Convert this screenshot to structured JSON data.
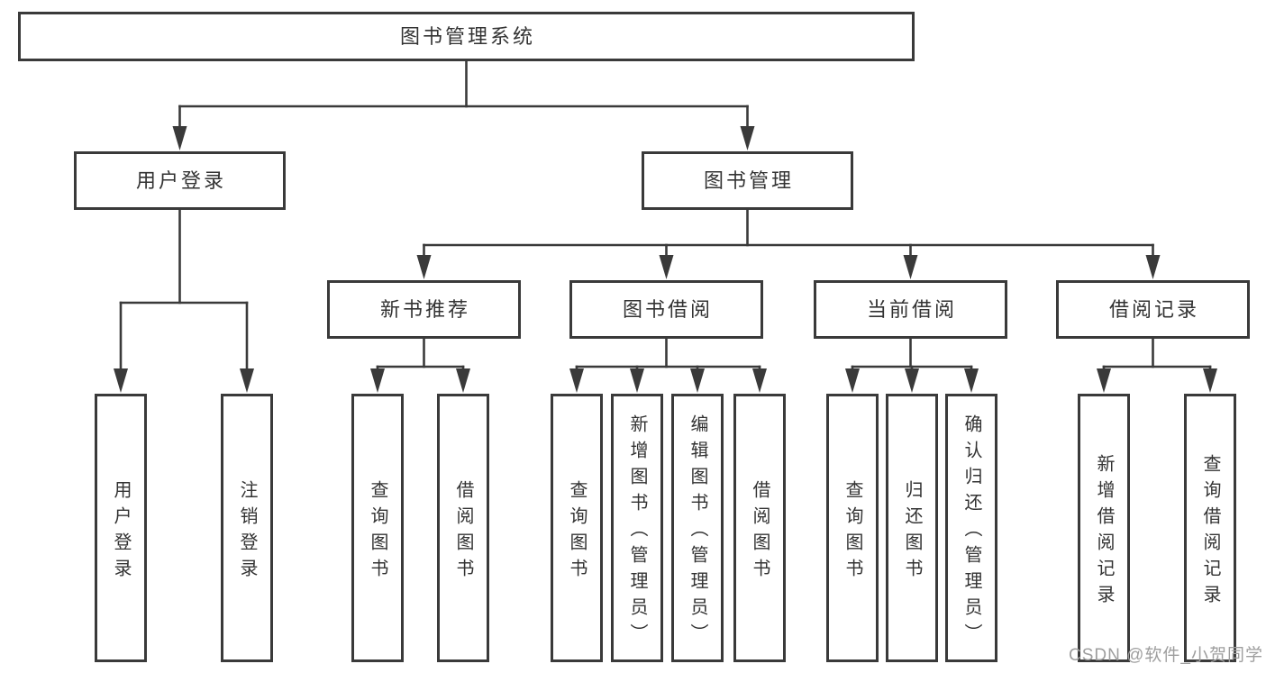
{
  "diagram_title": "图书管理系统",
  "nodes": {
    "root": "图书管理系统",
    "level1": [
      "用户登录",
      "图书管理"
    ],
    "level2": [
      "新书推荐",
      "图书借阅",
      "当前借阅",
      "借阅记录"
    ],
    "leaves_login": [
      "用户登录",
      "注销登录"
    ],
    "leaves_recommend": [
      "查询图书",
      "借阅图书"
    ],
    "leaves_borrow": [
      "查询图书",
      "新增图书（管理员）",
      "编辑图书（管理员）",
      "借阅图书"
    ],
    "leaves_current": [
      "查询图书",
      "归还图书",
      "确认归还（管理员）"
    ],
    "leaves_record": [
      "新增借阅记录",
      "查询借阅记录"
    ]
  },
  "watermark": "CSDN @软件_小贺同学",
  "colors": {
    "line": "#3a3a3a",
    "text": "#333333",
    "watermark": "#9e9e9e"
  }
}
